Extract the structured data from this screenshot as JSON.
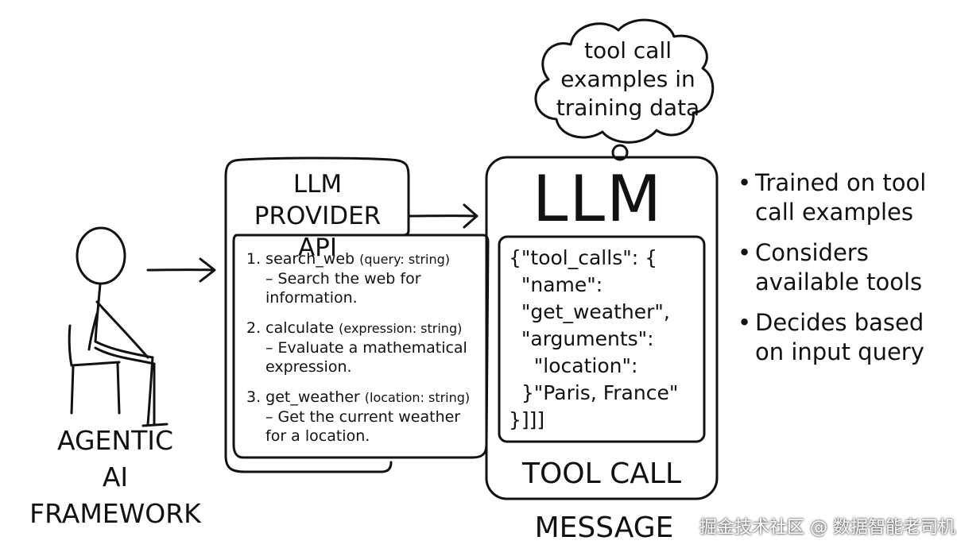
{
  "framework_label": [
    "AGENTIC",
    "AI FRAMEWORK"
  ],
  "api_box": {
    "title": [
      "LLM PROVIDER",
      "API"
    ],
    "tools": [
      {
        "signature": "1. search_web",
        "args": "(query: string)",
        "description": "– Search the web for information."
      },
      {
        "signature": "2. calculate",
        "args": "(expression: string)",
        "description": "– Evaluate a mathematical expression."
      },
      {
        "signature": "3. get_weather",
        "args": "(location: string)",
        "description": "– Get the current weather for a location."
      }
    ]
  },
  "thought_cloud": [
    "tool call",
    "examples in",
    "training data"
  ],
  "llm_box": {
    "title": "LLM",
    "code_lines": [
      "{\"tool_calls\": {",
      "  \"name\":",
      "  \"get_weather\",",
      "  \"arguments\":",
      "    \"location\":",
      "  }\"Paris, France\"",
      "}]]]"
    ],
    "caption": [
      "TOOL CALL",
      "MESSAGE"
    ]
  },
  "bullets": [
    "Trained on tool call examples",
    "Considers available tools",
    "Decides based on input query"
  ],
  "watermark": "掘金技术社区 @ 数据智能老司机"
}
